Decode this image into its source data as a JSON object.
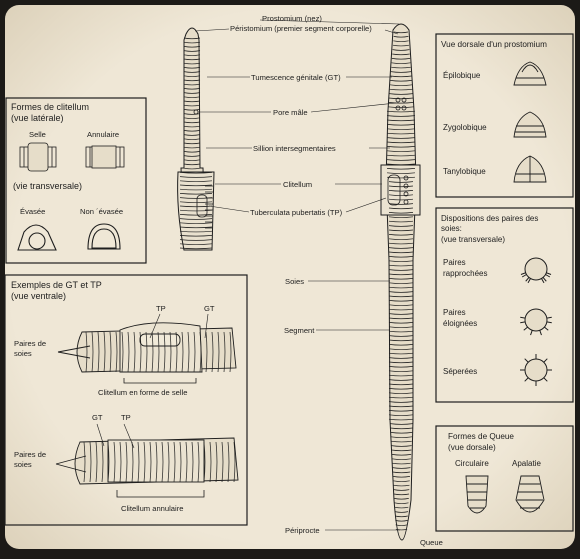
{
  "colors": {
    "paper": "#efe7d6",
    "ink": "#1e1e1e",
    "frame": "#1c1a17"
  },
  "labels": {
    "prostomium": "Prostomium (nez)",
    "peristomium": "Péristomium (premier segment corporelle)",
    "tumescence": "Tumescence génitale (GT)",
    "pore": "Pore mâle",
    "sillion": "Sillion intersegmentaires",
    "clitellum": "Clitellum",
    "tuberculata": "Tuberculata pubertatis (TP)",
    "soies": "Soies",
    "segment": "Segment",
    "periprocte": "Périprocte",
    "queue": "Queue"
  },
  "clitellum_box": {
    "title1": "Formes de clitellum",
    "title2": "(vue latérale)",
    "selle": "Selle",
    "annulaire": "Annulaire",
    "transversale": "(vie transversale)",
    "evasee": "Évasée",
    "non_evasee": "Non ´évasée"
  },
  "gt_box": {
    "title1": "Exemples de GT et TP",
    "title2": "(vue ventrale)",
    "tp": "TP",
    "gt": "GT",
    "paires1": "Paires de",
    "paires2": "soies",
    "cap_selle": "Clitellum en forme de selle",
    "cap_annulaire": "Clitellum annulaire"
  },
  "prostomium_box": {
    "title": "Vue dorsale d'un prostomium",
    "items": [
      "Épilobique",
      "Zygolobique",
      "Tanylobique"
    ]
  },
  "soies_box": {
    "title1": "Dispositions des paires des",
    "title2": "soies:",
    "title3": "(vue transversale)",
    "rap1": "Paires",
    "rap2": "rapprochées",
    "elo1": "Paires",
    "elo2": "éloignées",
    "sep": "Séperées"
  },
  "queue_box": {
    "title1": "Formes de Queue",
    "title2": "(vue dorsale)",
    "circ": "Circulaire",
    "apl": "Apalatie"
  }
}
